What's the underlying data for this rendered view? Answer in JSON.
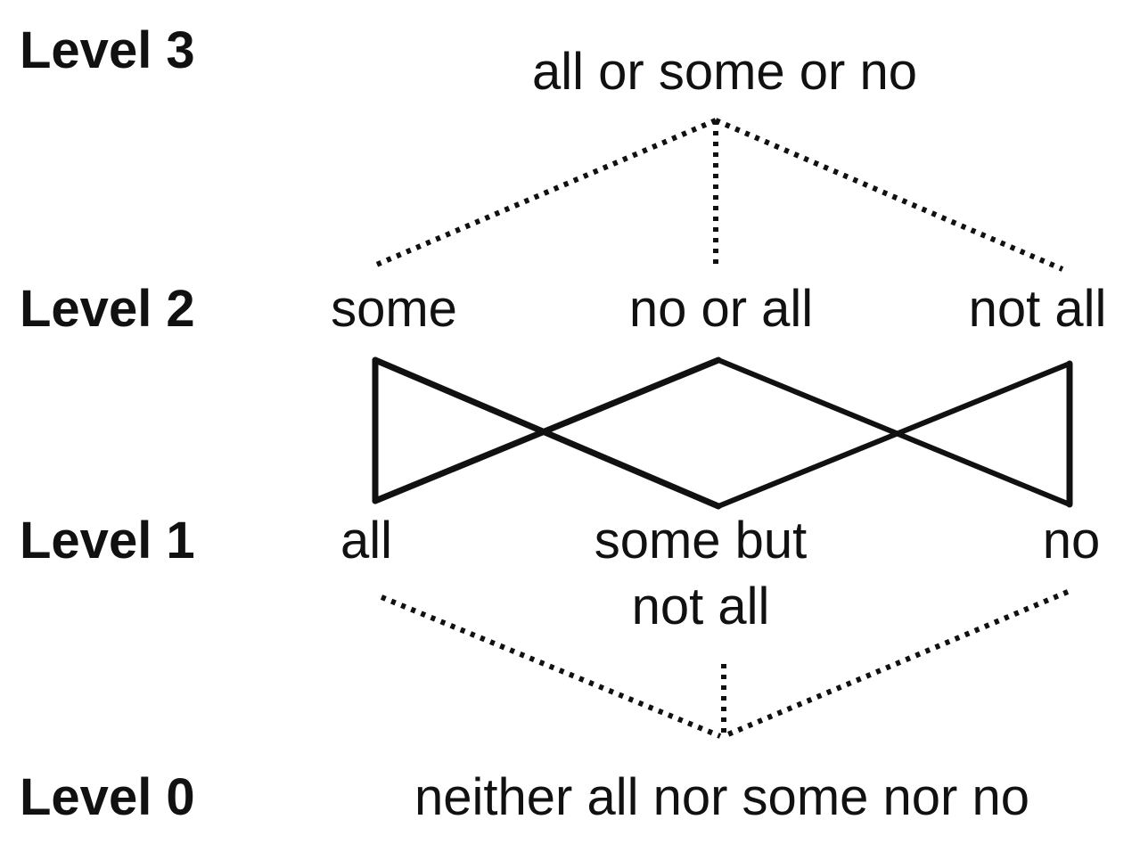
{
  "levels": {
    "level3": "Level 3",
    "level2": "Level 2",
    "level1": "Level 1",
    "level0": "Level 0"
  },
  "nodes": {
    "top": "all or some or no",
    "some": "some",
    "no_or_all": "no or all",
    "not_all": "not all",
    "all": "all",
    "some_but_not_all_line1": "some but",
    "some_but_not_all_line2": "not all",
    "no": "no",
    "bottom": "neither all nor some nor no"
  }
}
